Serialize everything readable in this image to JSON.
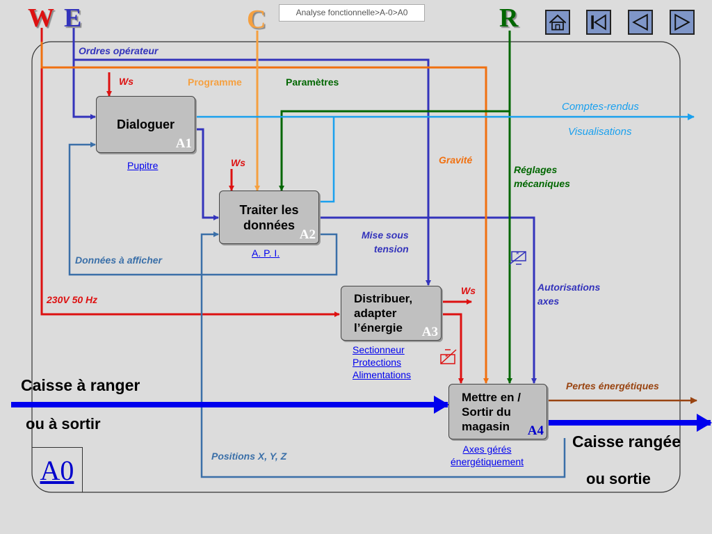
{
  "breadcrumb": "Analyse fonctionnelle>A-0>A0",
  "diagram_id": "A0",
  "letters": {
    "w": "W",
    "e": "E",
    "c": "C",
    "r": "R"
  },
  "nav": {
    "home": "home-icon",
    "first": "first-icon",
    "prev": "prev-icon",
    "next": "next-icon"
  },
  "boxes": {
    "a1": {
      "label": "Dialoguer",
      "num": "A1",
      "mechanism": "Pupitre"
    },
    "a2": {
      "label": "Traiter les\ndonnées",
      "num": "A2",
      "mechanism": "A. P. I."
    },
    "a3": {
      "label": "Distribuer,\nadapter\nl’énergie",
      "num": "A3",
      "mechanism": "Sectionneur\nProtections\nAlimentations"
    },
    "a4": {
      "label": "Mettre en /\nSortir du\nmagasin",
      "num": "A4",
      "mechanism": "Axes gérés\n énergétiquement"
    }
  },
  "labels": {
    "ordres": "Ordres opérateur",
    "ws1": "Ws",
    "programme": "Programme",
    "parametres": "Paramètres",
    "comptes": "Comptes-rendus",
    "visualisations": "Visualisations",
    "ws2": "Ws",
    "gravite": "Gravité",
    "reglages": "Réglages\nmécaniques",
    "mise": "Mise sous\ntension",
    "donnees": "Données à afficher",
    "ws3": "Ws",
    "autorisations": "Autorisations\naxes",
    "v230": "230V 50 Hz",
    "pertes": "Pertes énergétiques",
    "positions": "Positions X, Y, Z",
    "star1": "*",
    "star2": "*"
  },
  "inputs": {
    "caisse_line1": "Caisse à ranger",
    "caisse_line2": "ou à sortir"
  },
  "outputs": {
    "caisse_line1": "Caisse rangée",
    "caisse_line2": "ou sortie"
  },
  "colors": {
    "w": "#dd1111",
    "e": "#3333bb",
    "c": "#f5a040",
    "r": "#006600",
    "orange": "#f07010",
    "cyan": "#1aa0ee",
    "steel": "#3a6fa8",
    "brown": "#994411",
    "flow": "#0000ee"
  }
}
